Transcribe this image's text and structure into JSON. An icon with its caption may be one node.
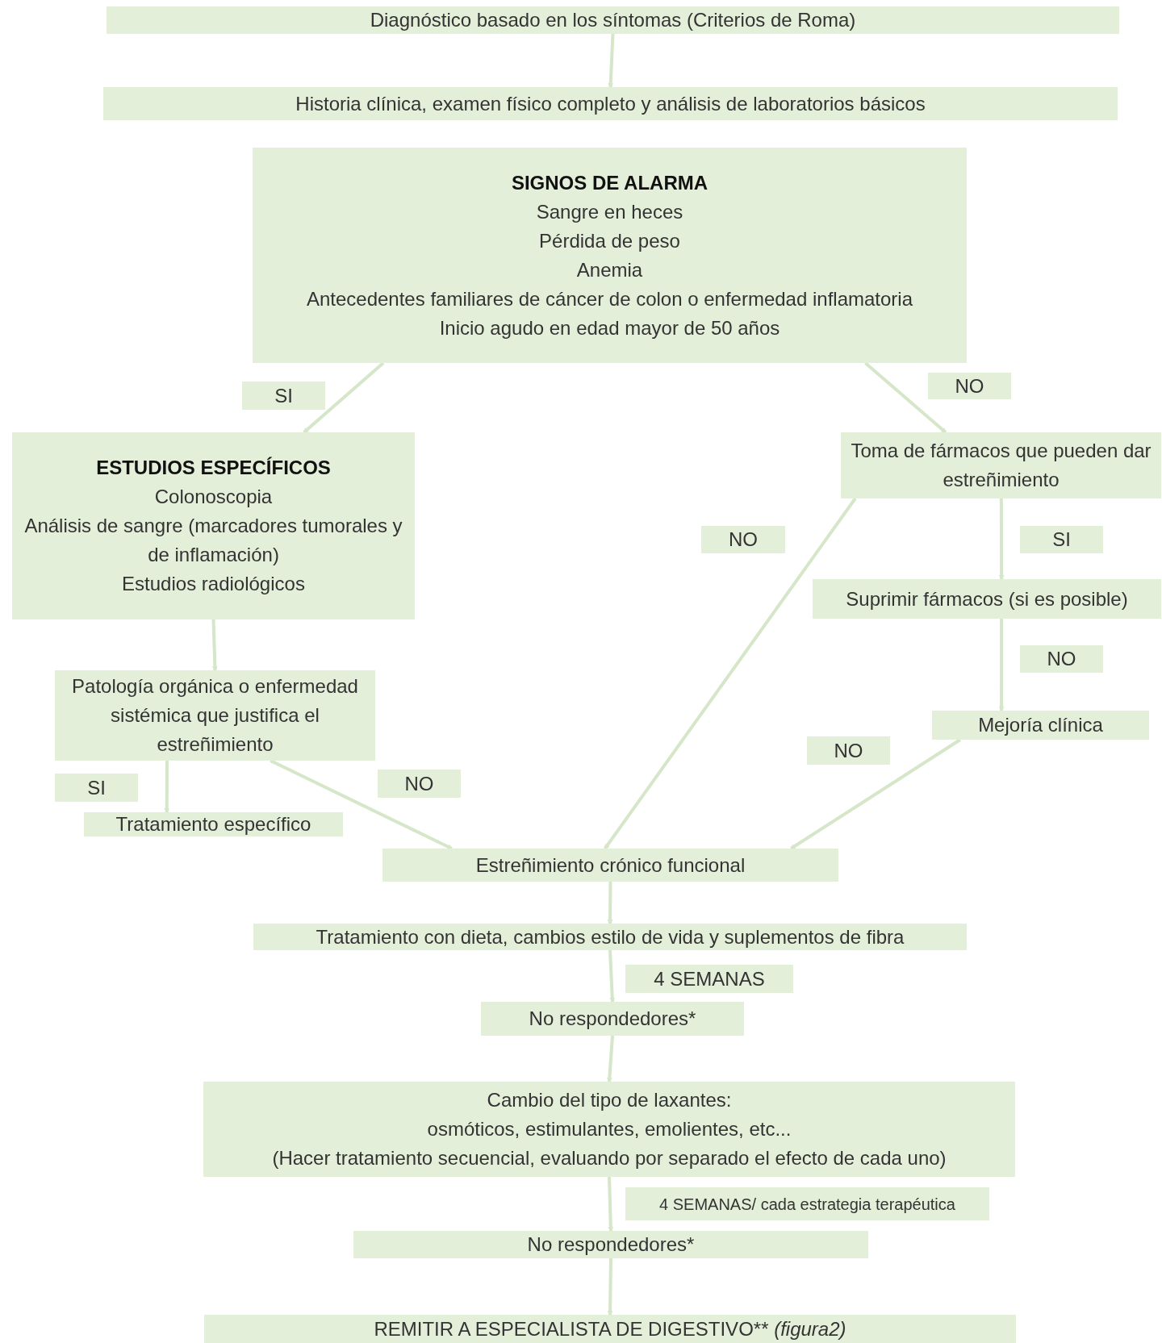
{
  "diagram": {
    "nodes": [
      {
        "text": [
          "Diagnóstico basado en los síntomas (Criterios de Roma)"
        ]
      },
      {
        "text": [
          "Historia clínica, examen físico completo y análisis de laboratorios básicos"
        ]
      },
      {
        "text": [
          "SIGNOS DE ALARMA",
          "Sangre en heces",
          "Pérdida de peso",
          "Anemia",
          "Antecedentes familiares de cáncer de colon o enfermedad inflamatoria",
          "Inicio agudo en edad mayor de 50 años"
        ]
      },
      {
        "text": [
          "ESTUDIOS ESPECÍFICOS",
          "Colonoscopia",
          "Análisis de sangre (marcadores tumorales y de inflamación)",
          "Estudios radiológicos"
        ]
      },
      {
        "text": [
          "Toma de fármacos que pueden dar estreñimiento"
        ]
      },
      {
        "text": [
          "Suprimir fármacos (si es posible)"
        ]
      },
      {
        "text": [
          "Patología orgánica o enfermedad sistémica que justifica el estreñimiento"
        ]
      },
      {
        "text": [
          "Mejoría clínica"
        ]
      },
      {
        "text": [
          "Tratamiento específico"
        ]
      },
      {
        "text": [
          "Estreñimiento crónico funcional"
        ]
      },
      {
        "text": [
          "Tratamiento con dieta, cambios estilo de vida y suplementos de fibra"
        ]
      },
      {
        "text": [
          "No respondedores*"
        ]
      },
      {
        "text": [
          "Cambio del tipo de laxantes:",
          "osmóticos, estimulantes, emolientes, etc...",
          "(Hacer tratamiento secuencial, evaluando por separado el efecto de cada uno)"
        ]
      },
      {
        "text": [
          "No respondedores*"
        ]
      },
      {
        "text": [
          "REMITIR A ESPECIALISTA DE DIGESTIVO** *(figura2)*"
        ]
      }
    ],
    "edges": [
      {
        "from": 0,
        "to": 1,
        "arrow": "to"
      },
      {
        "from": 2,
        "to": 3,
        "arrow": "to",
        "label": "SI"
      },
      {
        "from": 2,
        "to": 4,
        "arrow": "to",
        "label": "NO"
      },
      {
        "from": 3,
        "to": 6,
        "arrow": "to"
      },
      {
        "from": 4,
        "to": 5,
        "arrow": "to",
        "label": "SI"
      },
      {
        "from": 4,
        "to": 9,
        "arrow": "to",
        "label": "NO"
      },
      {
        "from": 5,
        "to": 7,
        "arrow": "to",
        "label": "NO"
      },
      {
        "from": 7,
        "to": 9,
        "arrow": "to",
        "label": "NO"
      },
      {
        "from": 6,
        "to": 8,
        "arrow": "to",
        "label": "SI"
      },
      {
        "from": 6,
        "to": 9,
        "arrow": "to",
        "label": "NO"
      },
      {
        "from": 9,
        "to": 10,
        "arrow": "to"
      },
      {
        "from": 10,
        "to": 11,
        "arrow": "to",
        "label": "4 SEMANAS"
      },
      {
        "from": 11,
        "to": 12,
        "arrow": "to"
      },
      {
        "from": 12,
        "to": 13,
        "arrow": "to",
        "label": "4 SEMANAS/ cada estrategia terapéutica"
      },
      {
        "from": 13,
        "to": 14,
        "arrow": "to"
      }
    ]
  }
}
